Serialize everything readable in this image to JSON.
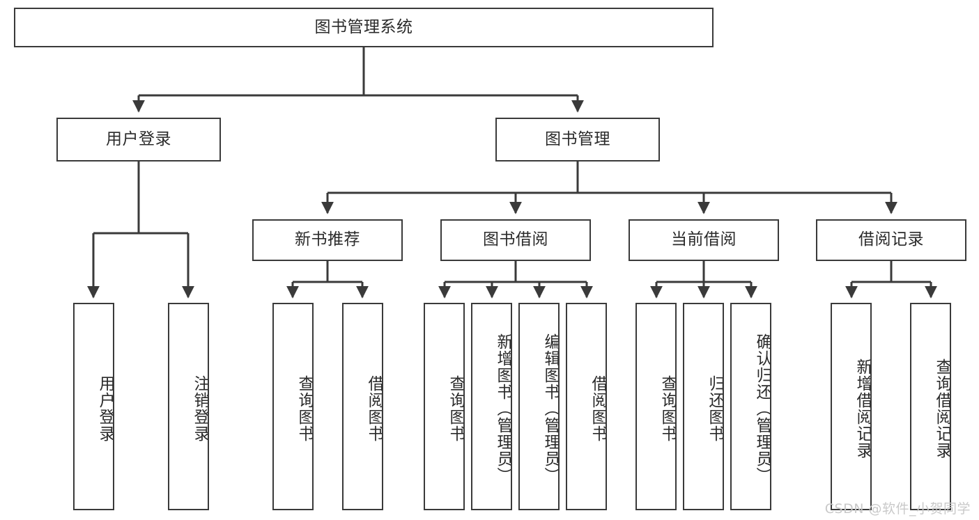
{
  "diagram": {
    "title": "图书管理系统",
    "watermark": "CSDN @软件_小贺同学",
    "line_color": "#3a3a3a",
    "box_fill": "#ffffff",
    "text_color": "#2a2a2a",
    "watermark_color": "#c9c9c9",
    "type": "tree-hierarchy",
    "levels": 4,
    "root": {
      "label": "图书管理系统",
      "children": [
        {
          "label": "用户登录",
          "children": [
            {
              "label": "用户登录"
            },
            {
              "label": "注销登录"
            }
          ]
        },
        {
          "label": "图书管理",
          "children": [
            {
              "label": "新书推荐",
              "children": [
                {
                  "label": "查询图书"
                },
                {
                  "label": "借阅图书"
                }
              ]
            },
            {
              "label": "图书借阅",
              "children": [
                {
                  "label": "查询图书"
                },
                {
                  "label": "新增图书（管理员）"
                },
                {
                  "label": "编辑图书（管理员）"
                },
                {
                  "label": "借阅图书"
                }
              ]
            },
            {
              "label": "当前借阅",
              "children": [
                {
                  "label": "查询图书"
                },
                {
                  "label": "归还图书"
                },
                {
                  "label": "确认归还（管理员）"
                }
              ]
            },
            {
              "label": "借阅记录",
              "children": [
                {
                  "label": "新增借阅记录"
                },
                {
                  "label": "查询借阅记录"
                }
              ]
            }
          ]
        }
      ]
    },
    "nodes": {
      "root": "图书管理系统",
      "l1_user_login": "用户登录",
      "l1_book_manage": "图书管理",
      "l2_new_book": "新书推荐",
      "l2_borrow": "图书借阅",
      "l2_current": "当前借阅",
      "l2_record": "借阅记录",
      "leaf_user_login": "用户登录",
      "leaf_logout": "注销登录",
      "leaf_nb_query": "查询图书",
      "leaf_nb_borrow": "借阅图书",
      "leaf_bw_query": "查询图书",
      "leaf_bw_add": "新增图书（管理员）",
      "leaf_bw_edit": "编辑图书（管理员）",
      "leaf_bw_borrow": "借阅图书",
      "leaf_cur_query": "查询图书",
      "leaf_cur_return": "归还图书",
      "leaf_cur_confirm": "确认归还（管理员）",
      "leaf_rec_add": "新增借阅记录",
      "leaf_rec_query": "查询借阅记录"
    }
  }
}
